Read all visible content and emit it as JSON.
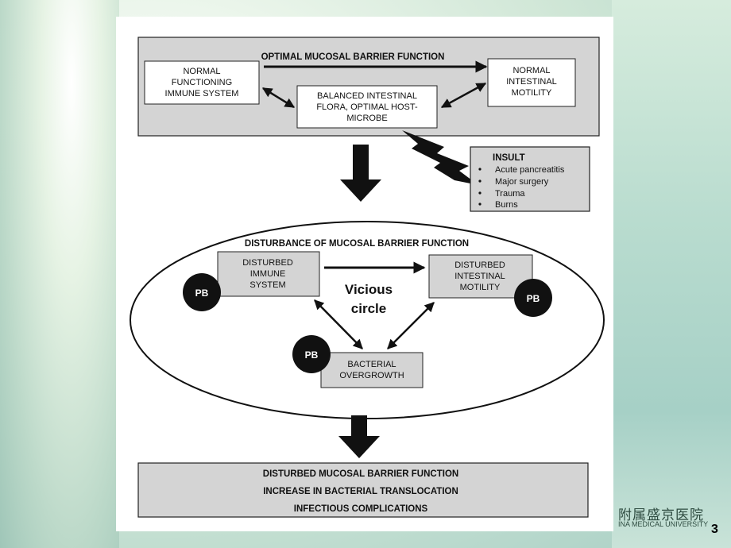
{
  "diagram": {
    "top_title": "OPTIMAL MUCOSAL BARRIER FUNCTION",
    "normal_immune": [
      "NORMAL",
      "FUNCTIONING",
      "IMMUNE SYSTEM"
    ],
    "normal_motility": [
      "NORMAL",
      "INTESTINAL",
      "MOTILITY"
    ],
    "balanced_flora": [
      "BALANCED INTESTINAL",
      "FLORA, OPTIMAL HOST-",
      "MICROBE"
    ],
    "insult": {
      "title": "INSULT",
      "items": [
        "Acute pancreatitis",
        "Major surgery",
        "Trauma",
        "Burns"
      ]
    },
    "disturbance_title": "DISTURBANCE OF MUCOSAL BARRIER FUNCTION",
    "disturbed_immune": [
      "DISTURBED",
      "IMMUNE",
      "SYSTEM"
    ],
    "disturbed_motility": [
      "DISTURBED",
      "INTESTINAL",
      "MOTILITY"
    ],
    "bacterial_overgrowth": [
      "BACTERIAL",
      "OVERGROWTH"
    ],
    "vicious_circle": [
      "Vicious",
      "circle"
    ],
    "pb_label": "PB",
    "outcomes": [
      "DISTURBED MUCOSAL BARRIER FUNCTION",
      "INCREASE IN BACTERIAL TRANSLOCATION",
      "INFECTIOUS COMPLICATIONS"
    ]
  },
  "footer": {
    "logo_cn": "附属盛京医院",
    "logo_en": "INA MEDICAL UNIVERSITY",
    "page_number": "3"
  }
}
